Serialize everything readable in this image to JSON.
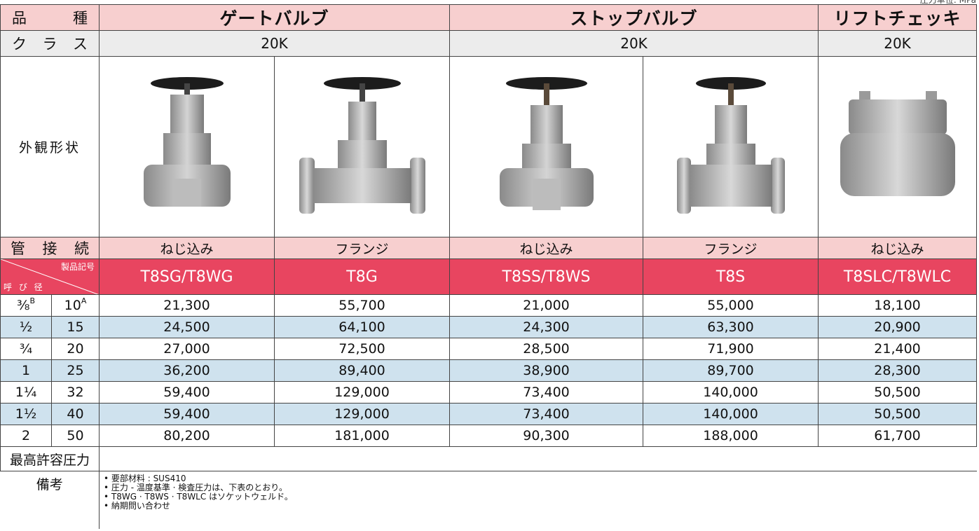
{
  "unit_note": "圧力単位: MPa",
  "header": {
    "product_label": [
      "品",
      "種"
    ],
    "class_label": [
      "ク",
      "ラ",
      "ス"
    ],
    "appearance_label": "外観形状",
    "connection_label": [
      "管",
      "接",
      "続"
    ],
    "model_code_label": "製品記号",
    "nominal_size_label": "呼 び 径",
    "max_pressure_label": "最高許容圧力",
    "remarks_label": "備考"
  },
  "types": [
    {
      "name": "ゲートバルブ",
      "class": "20K"
    },
    {
      "name": "ストップバルブ",
      "class": "20K"
    },
    {
      "name": "リフトチェッキ",
      "class": "20K"
    }
  ],
  "columns": [
    {
      "connection": "ねじ込み",
      "model": "T8SG/T8WG",
      "photo": "gate-valve-threaded"
    },
    {
      "connection": "フランジ",
      "model": "T8G",
      "photo": "gate-valve-flanged"
    },
    {
      "connection": "ねじ込み",
      "model": "T8SS/T8WS",
      "photo": "stop-valve-threaded"
    },
    {
      "connection": "フランジ",
      "model": "T8S",
      "photo": "stop-valve-flanged"
    },
    {
      "connection": "ねじ込み",
      "model": "T8SLC/T8WLC",
      "photo": "lift-check-threaded"
    }
  ],
  "rows": [
    {
      "inch": "⅜",
      "inch_sup": "B",
      "mm": "10",
      "mm_sup": "A",
      "prices": [
        "21,300",
        "55,700",
        "21,000",
        "55,000",
        "18,100"
      ]
    },
    {
      "inch": "½",
      "inch_sup": "",
      "mm": "15",
      "mm_sup": "",
      "prices": [
        "24,500",
        "64,100",
        "24,300",
        "63,300",
        "20,900"
      ]
    },
    {
      "inch": "¾",
      "inch_sup": "",
      "mm": "20",
      "mm_sup": "",
      "prices": [
        "27,000",
        "72,500",
        "28,500",
        "71,900",
        "21,400"
      ]
    },
    {
      "inch": "1",
      "inch_sup": "",
      "mm": "25",
      "mm_sup": "",
      "prices": [
        "36,200",
        "89,400",
        "38,900",
        "89,700",
        "28,300"
      ]
    },
    {
      "inch": "1¼",
      "inch_sup": "",
      "mm": "32",
      "mm_sup": "",
      "prices": [
        "59,400",
        "129,000",
        "73,400",
        "140,000",
        "50,500"
      ]
    },
    {
      "inch": "1½",
      "inch_sup": "",
      "mm": "40",
      "mm_sup": "",
      "prices": [
        "59,400",
        "129,000",
        "73,400",
        "140,000",
        "50,500"
      ]
    },
    {
      "inch": "2",
      "inch_sup": "",
      "mm": "50",
      "mm_sup": "",
      "prices": [
        "80,200",
        "181,000",
        "90,300",
        "188,000",
        "61,700"
      ]
    }
  ],
  "notes": [
    "• 要部材料 : SUS410",
    "• 圧力 - 温度基準 · 検査圧力は、下表のとおり。",
    "• T8WG · T8WS · T8WLC はソケットウェルド。",
    "• 納期問い合わせ"
  ],
  "colors": {
    "header_pink": "#f7cfcf",
    "model_red": "#e84560",
    "stripe_blue": "#cfe2ee",
    "class_gray": "#ececec"
  }
}
